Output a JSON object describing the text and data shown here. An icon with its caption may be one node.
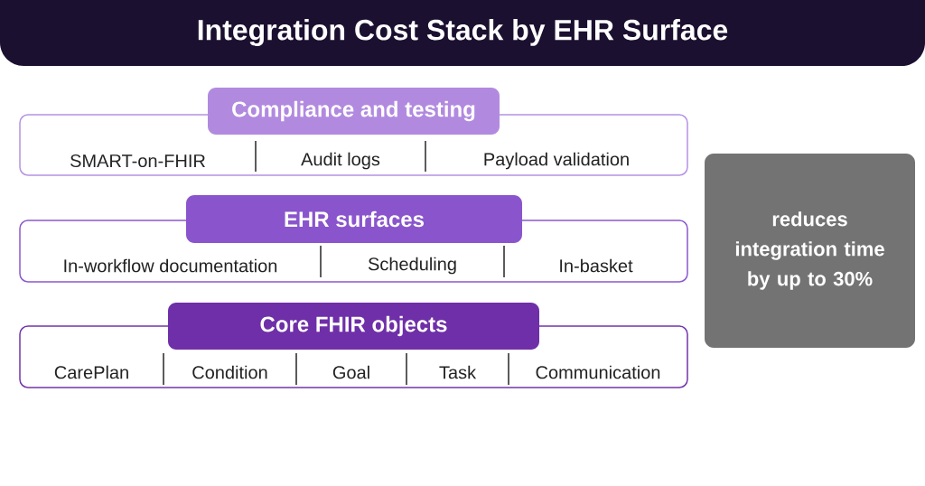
{
  "diagram": {
    "title": "Integration Cost Stack by EHR Surface",
    "nodes": [
      {
        "text": [
          "Compliance and testing"
        ]
      },
      {
        "text": [
          "SMART-on-FHIR",
          "Audit logs",
          "Payload validation"
        ]
      },
      {
        "text": [
          "EHR surfaces"
        ]
      },
      {
        "text": [
          "In-workflow documentation",
          "Scheduling",
          "In-basket"
        ]
      },
      {
        "text": [
          "Core FHIR objects"
        ]
      },
      {
        "text": [
          "CarePlan",
          "Condition",
          "Goal",
          "Task",
          "Communication"
        ]
      },
      {
        "text": [
          "reduces integration time by up to 30%"
        ]
      }
    ]
  }
}
